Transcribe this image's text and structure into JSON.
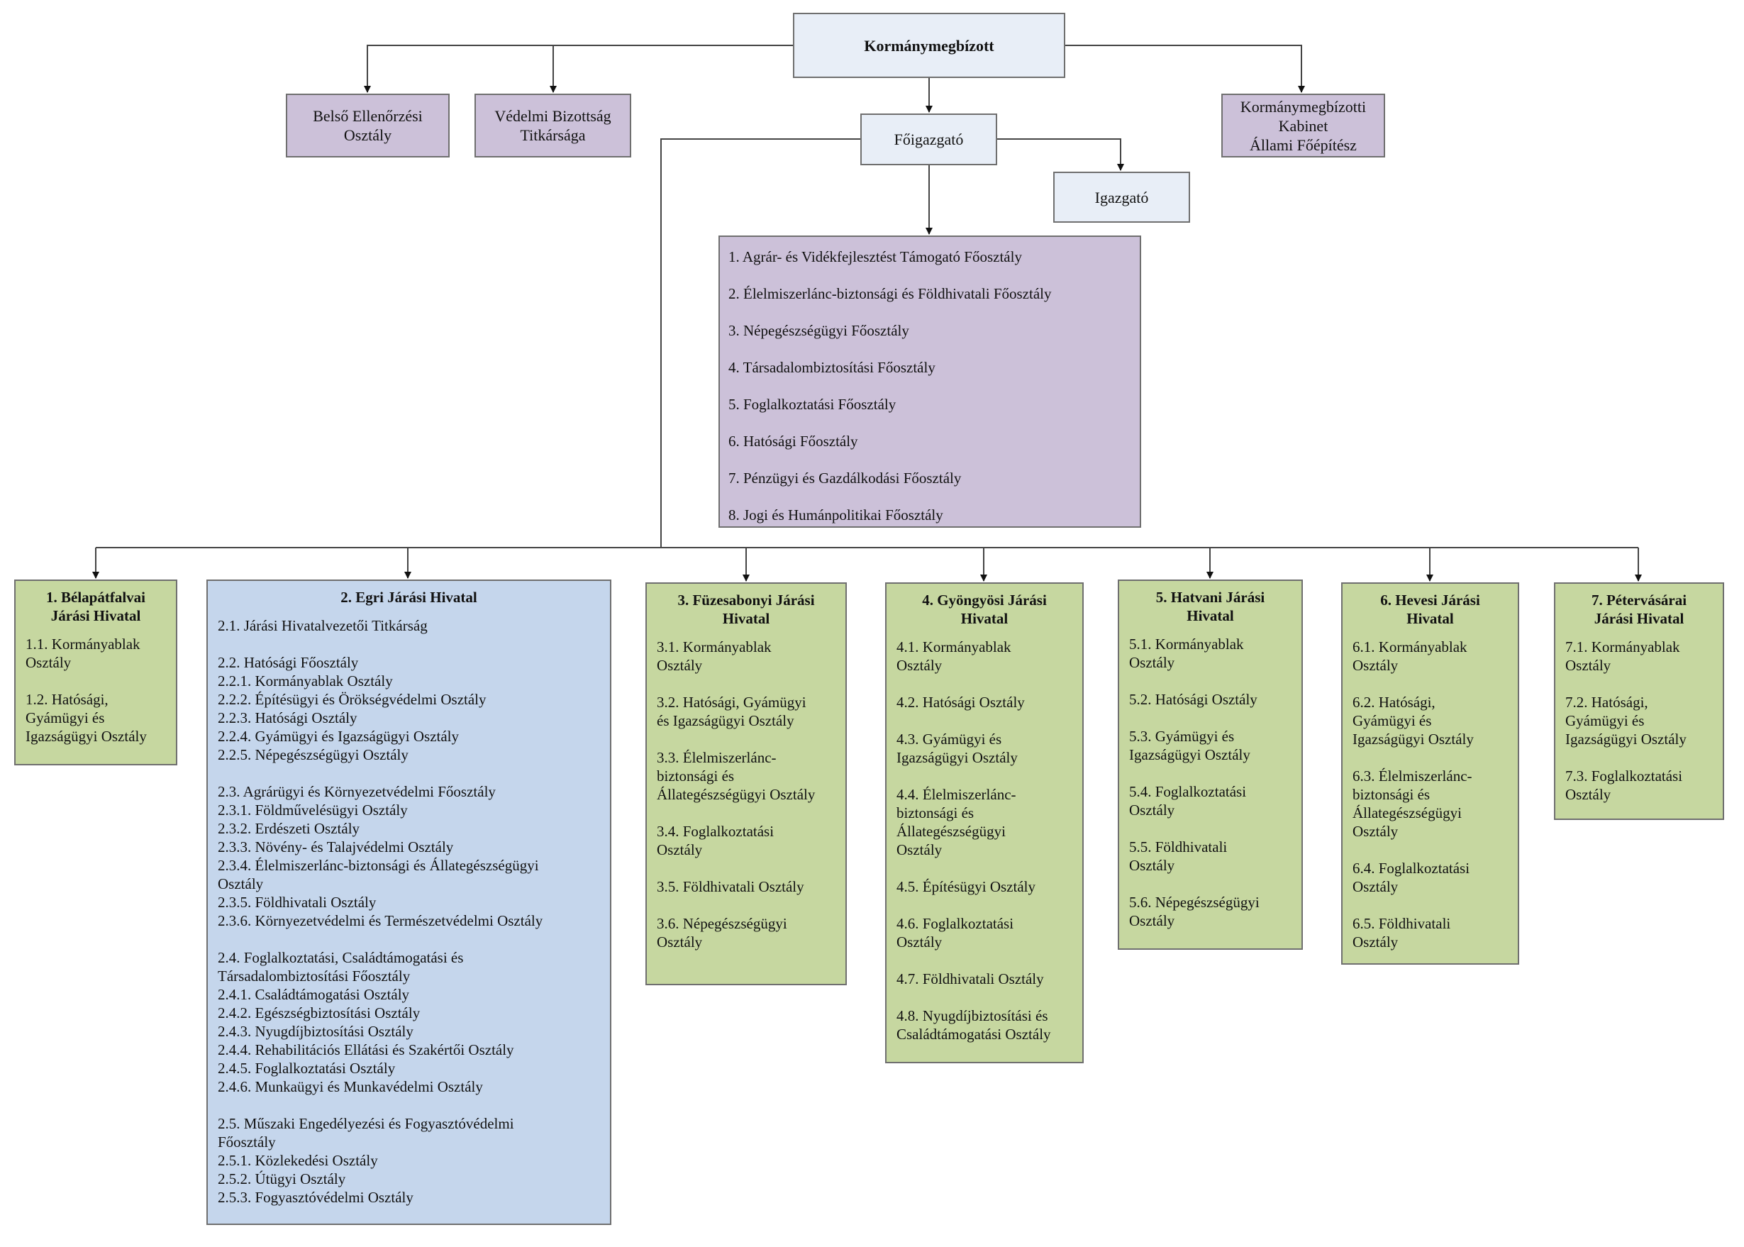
{
  "top": {
    "kormanymegbizott": "Kormánymegbízott",
    "belso": [
      "Belső Ellenőrzési",
      "Osztály"
    ],
    "vedelmi": [
      "Védelmi Bizottság",
      "Titkársága"
    ],
    "kabinet": [
      "Kormánymegbízotti",
      "Kabinet",
      "Állami Főépítész"
    ],
    "foigazgato": "Főigazgató",
    "igazgato": "Igazgató"
  },
  "directorates": [
    "1. Agrár- és Vidékfejlesztést Támogató Főosztály",
    "2. Élelmiszerlánc-biztonsági és Földhivatali Főosztály",
    "3. Népegészségügyi Főosztály",
    "4. Társadalombiztosítási Főosztály",
    "5. Foglalkoztatási Főosztály",
    "6. Hatósági Főosztály",
    "7. Pénzügyi és Gazdálkodási Főosztály",
    "8. Jogi és Humánpolitikai Főosztály"
  ],
  "offices": {
    "belapatfalvai": {
      "title": [
        "1. Bélapátfalvai",
        "Járási Hivatal"
      ],
      "entries": [
        [
          "1.1. Kormányablak",
          "Osztály"
        ],
        [
          "1.2. Hatósági,",
          "Gyámügyi és",
          "Igazságügyi Osztály"
        ]
      ]
    },
    "egri": {
      "title": [
        "2. Egri Járási Hivatal"
      ],
      "groups": [
        [
          "2.1. Járási Hivatalvezetői Titkárság"
        ],
        [
          "2.2. Hatósági Főosztály",
          "2.2.1. Kormányablak Osztály",
          "2.2.2. Építésügyi és Örökségvédelmi Osztály",
          "2.2.3. Hatósági Osztály",
          "2.2.4. Gyámügyi és Igazságügyi Osztály",
          "2.2.5. Népegészségügyi Osztály"
        ],
        [
          "2.3. Agrárügyi és Környezetvédelmi Főosztály",
          "2.3.1. Földművelésügyi Osztály",
          "2.3.2. Erdészeti Osztály",
          "2.3.3. Növény- és Talajvédelmi Osztály",
          "2.3.4. Élelmiszerlánc-biztonsági és Állategészségügyi",
          "Osztály",
          "2.3.5. Földhivatali Osztály",
          "2.3.6. Környezetvédelmi és Természetvédelmi Osztály"
        ],
        [
          "2.4. Foglalkoztatási, Családtámogatási és",
          "Társadalombiztosítási Főosztály",
          "2.4.1. Családtámogatási Osztály",
          "2.4.2. Egészségbiztosítási Osztály",
          "2.4.3. Nyugdíjbiztosítási Osztály",
          "2.4.4. Rehabilitációs Ellátási és Szakértői Osztály",
          "2.4.5. Foglalkoztatási Osztály",
          "2.4.6. Munkaügyi és Munkavédelmi Osztály"
        ],
        [
          "2.5. Műszaki Engedélyezési és Fogyasztóvédelmi",
          "Főosztály",
          "2.5.1. Közlekedési Osztály",
          "2.5.2. Útügyi Osztály",
          "2.5.3. Fogyasztóvédelmi Osztály"
        ]
      ]
    },
    "fuzesabonyi": {
      "title": [
        "3. Füzesabonyi Járási",
        "Hivatal"
      ],
      "entries": [
        [
          "3.1. Kormányablak",
          "Osztály"
        ],
        [
          "3.2. Hatósági, Gyámügyi",
          "és Igazságügyi Osztály"
        ],
        [
          "3.3. Élelmiszerlánc-",
          "biztonsági és",
          "Állategészségügyi Osztály"
        ],
        [
          "3.4. Foglalkoztatási",
          "Osztály"
        ],
        [
          "3.5. Földhivatali Osztály"
        ],
        [
          "3.6. Népegészségügyi",
          "Osztály"
        ]
      ]
    },
    "gyongyosi": {
      "title": [
        "4. Gyöngyösi Járási",
        "Hivatal"
      ],
      "entries": [
        [
          "4.1. Kormányablak",
          "Osztály"
        ],
        [
          "4.2. Hatósági Osztály"
        ],
        [
          "4.3. Gyámügyi és",
          "Igazságügyi Osztály"
        ],
        [
          "4.4. Élelmiszerlánc-",
          "biztonsági és",
          "Állategészségügyi",
          "Osztály"
        ],
        [
          "4.5. Építésügyi Osztály"
        ],
        [
          "4.6. Foglalkoztatási",
          "Osztály"
        ],
        [
          "4.7. Földhivatali Osztály"
        ],
        [
          "4.8. Nyugdíjbiztosítási és",
          "Családtámogatási Osztály"
        ]
      ]
    },
    "hatvani": {
      "title": [
        "5. Hatvani Járási",
        "Hivatal"
      ],
      "entries": [
        [
          "5.1. Kormányablak",
          "Osztály"
        ],
        [
          "5.2. Hatósági Osztály"
        ],
        [
          "5.3. Gyámügyi és",
          "Igazságügyi Osztály"
        ],
        [
          "5.4. Foglalkoztatási",
          "Osztály"
        ],
        [
          "5.5. Földhivatali",
          "Osztály"
        ],
        [
          "5.6. Népegészségügyi",
          "Osztály"
        ]
      ]
    },
    "hevesi": {
      "title": [
        "6. Hevesi Járási",
        "Hivatal"
      ],
      "entries": [
        [
          "6.1. Kormányablak",
          "Osztály"
        ],
        [
          "6.2. Hatósági,",
          "Gyámügyi és",
          "Igazságügyi Osztály"
        ],
        [
          "6.3. Élelmiszerlánc-",
          "biztonsági és",
          "Állategészségügyi",
          "Osztály"
        ],
        [
          "6.4. Foglalkoztatási",
          "Osztály"
        ],
        [
          "6.5. Földhivatali",
          "Osztály"
        ]
      ]
    },
    "petervasarai": {
      "title": [
        "7. Pétervásárai",
        "Járási Hivatal"
      ],
      "entries": [
        [
          "7.1. Kormányablak",
          "Osztály"
        ],
        [
          "7.2. Hatósági,",
          "Gyámügyi és",
          "Igazságügyi Osztály"
        ],
        [
          "7.3. Foglalkoztatási",
          "Osztály"
        ]
      ]
    }
  }
}
